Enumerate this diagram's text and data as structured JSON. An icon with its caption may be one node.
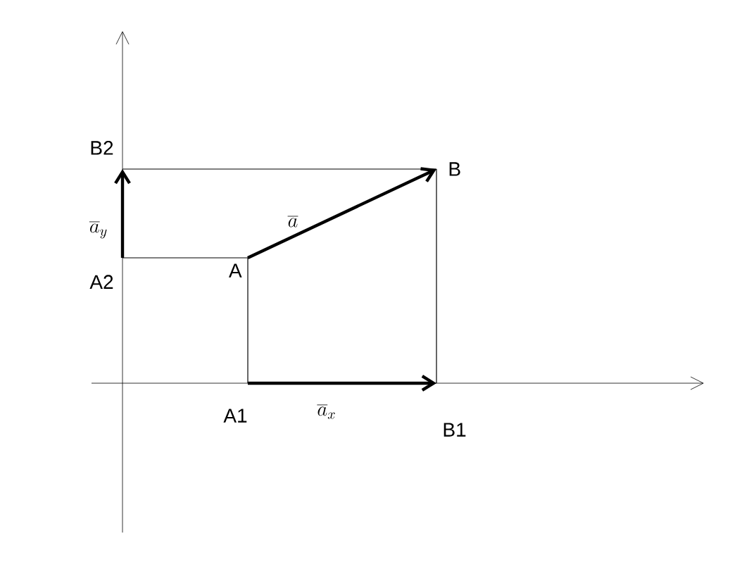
{
  "diagram": {
    "nodes": [
      {
        "text": [
          "A"
        ]
      },
      {
        "text": [
          "B"
        ]
      },
      {
        "text": [
          "A1"
        ]
      },
      {
        "text": [
          "B1"
        ]
      },
      {
        "text": [
          "A2"
        ]
      },
      {
        "text": [
          "B2"
        ]
      }
    ],
    "edges": [
      {
        "from": 0,
        "to": 1,
        "arrow": "to",
        "style": "thick",
        "label": "\\overline{a}"
      },
      {
        "from": 2,
        "to": 3,
        "arrow": "to",
        "style": "thick",
        "label": "\\overline{a}_x"
      },
      {
        "from": 4,
        "to": 5,
        "arrow": "to",
        "style": "thick",
        "label": "\\overline{a}_y"
      },
      {
        "from": 0,
        "to": 2,
        "arrow": "none"
      },
      {
        "from": 1,
        "to": 3,
        "arrow": "none"
      },
      {
        "from": 0,
        "to": 4,
        "arrow": "none"
      },
      {
        "from": 1,
        "to": 5,
        "arrow": "none"
      }
    ]
  }
}
